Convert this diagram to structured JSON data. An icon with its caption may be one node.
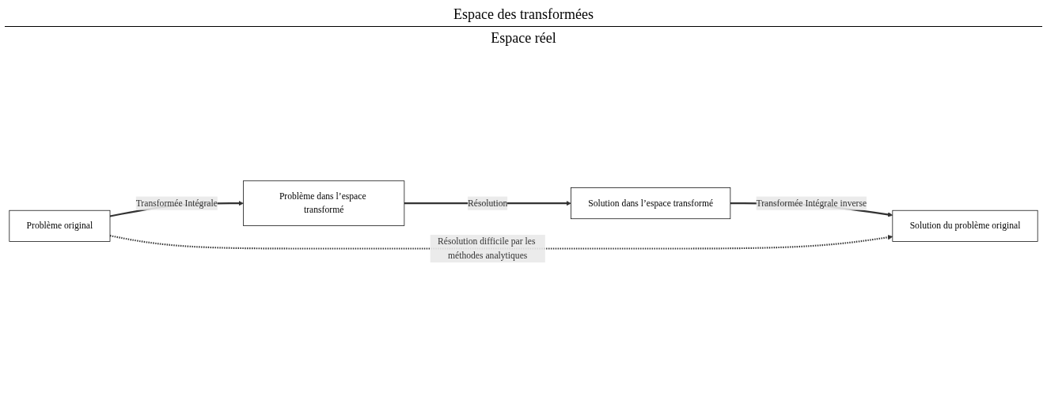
{
  "diagram": {
    "nodes": [
      {
        "text": [
          "Problème dans l’espace transformé"
        ]
      },
      {
        "text": [
          "Solution dans l’espace transformé"
        ]
      },
      {
        "text": [
          "Problème original"
        ]
      },
      {
        "text": [
          "Solution du problème original"
        ]
      }
    ],
    "edges": [
      {
        "from": 0,
        "to": 1,
        "arrow": "to",
        "label": "Résolution"
      },
      {
        "from": 1,
        "to": 3,
        "arrow": "to",
        "label": "Transformée Intégrale inverse"
      },
      {
        "from": 2,
        "to": 0,
        "arrow": "to",
        "label": "Transformée Intégrale"
      },
      {
        "from": 2,
        "to": 3,
        "arrow": "to",
        "label": "Résolution difficile par les méthodes analytiques",
        "style": "dashed"
      }
    ],
    "labels": [
      "Espace des transformées",
      "Espace réel"
    ]
  }
}
